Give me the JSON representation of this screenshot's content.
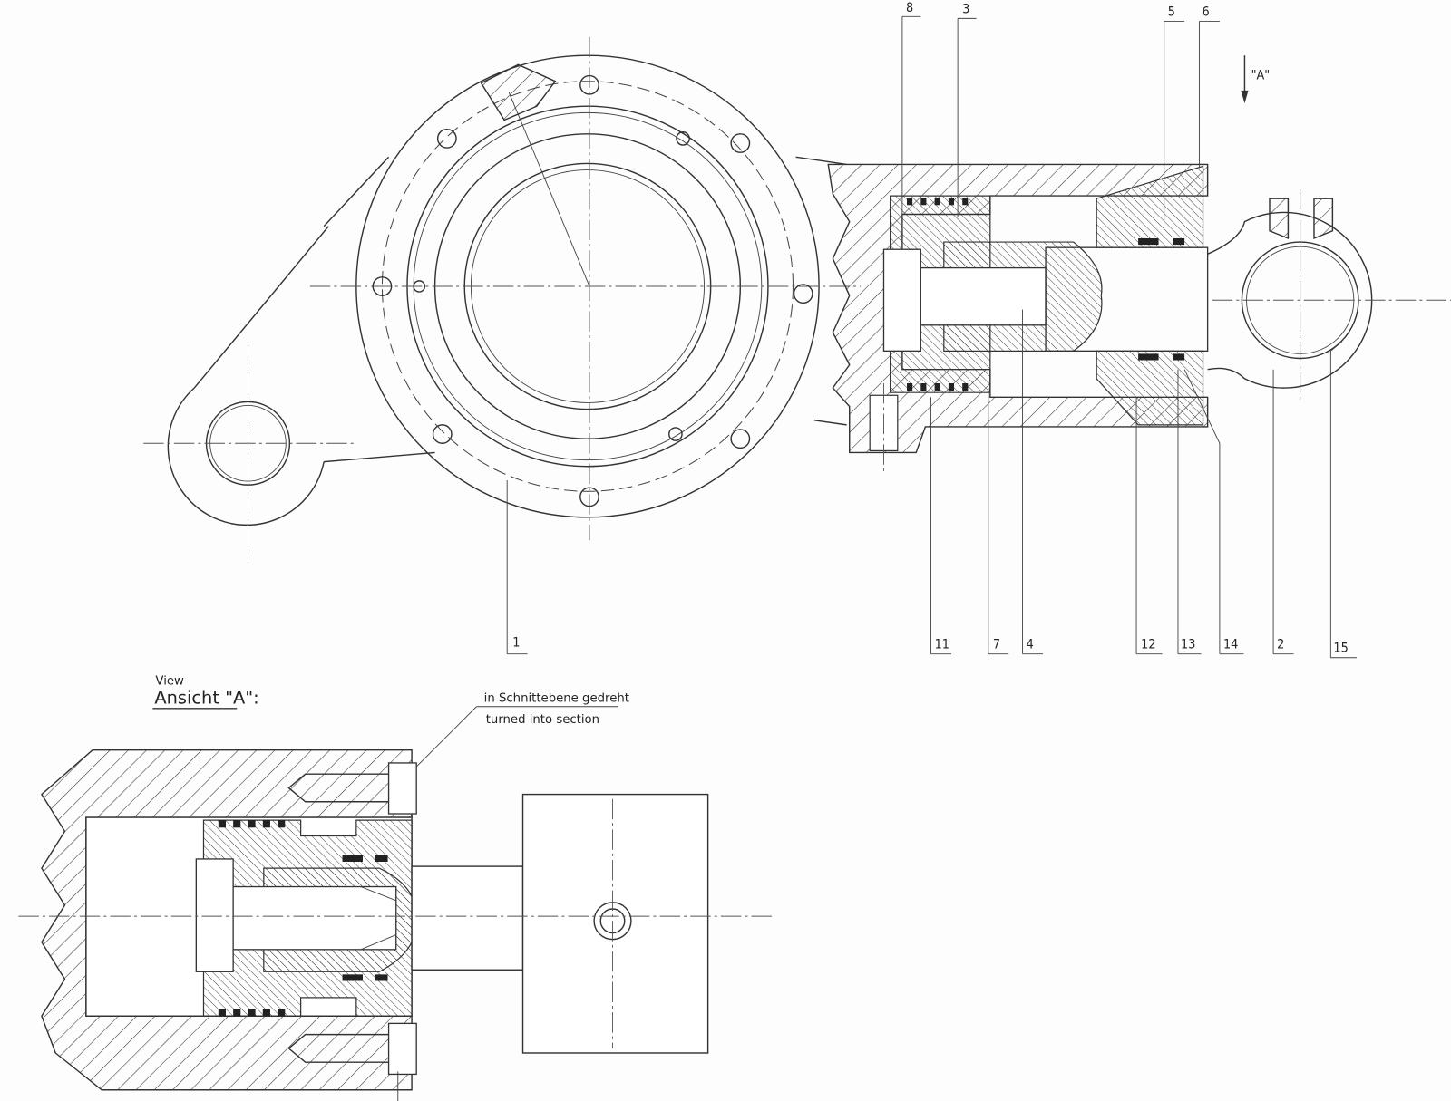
{
  "drawing": {
    "view_arrow_label": "\"A\"",
    "part_labels_top": [
      "8",
      "3",
      "5",
      "6"
    ],
    "part_labels_bottom": [
      "1",
      "11",
      "7",
      "4",
      "12",
      "13",
      "14",
      "2",
      "15"
    ],
    "view_title_en": "View",
    "view_title_de": "Ansicht \"A\":",
    "note_de": "in Schnittebene gedreht",
    "note_en": "turned into section"
  }
}
